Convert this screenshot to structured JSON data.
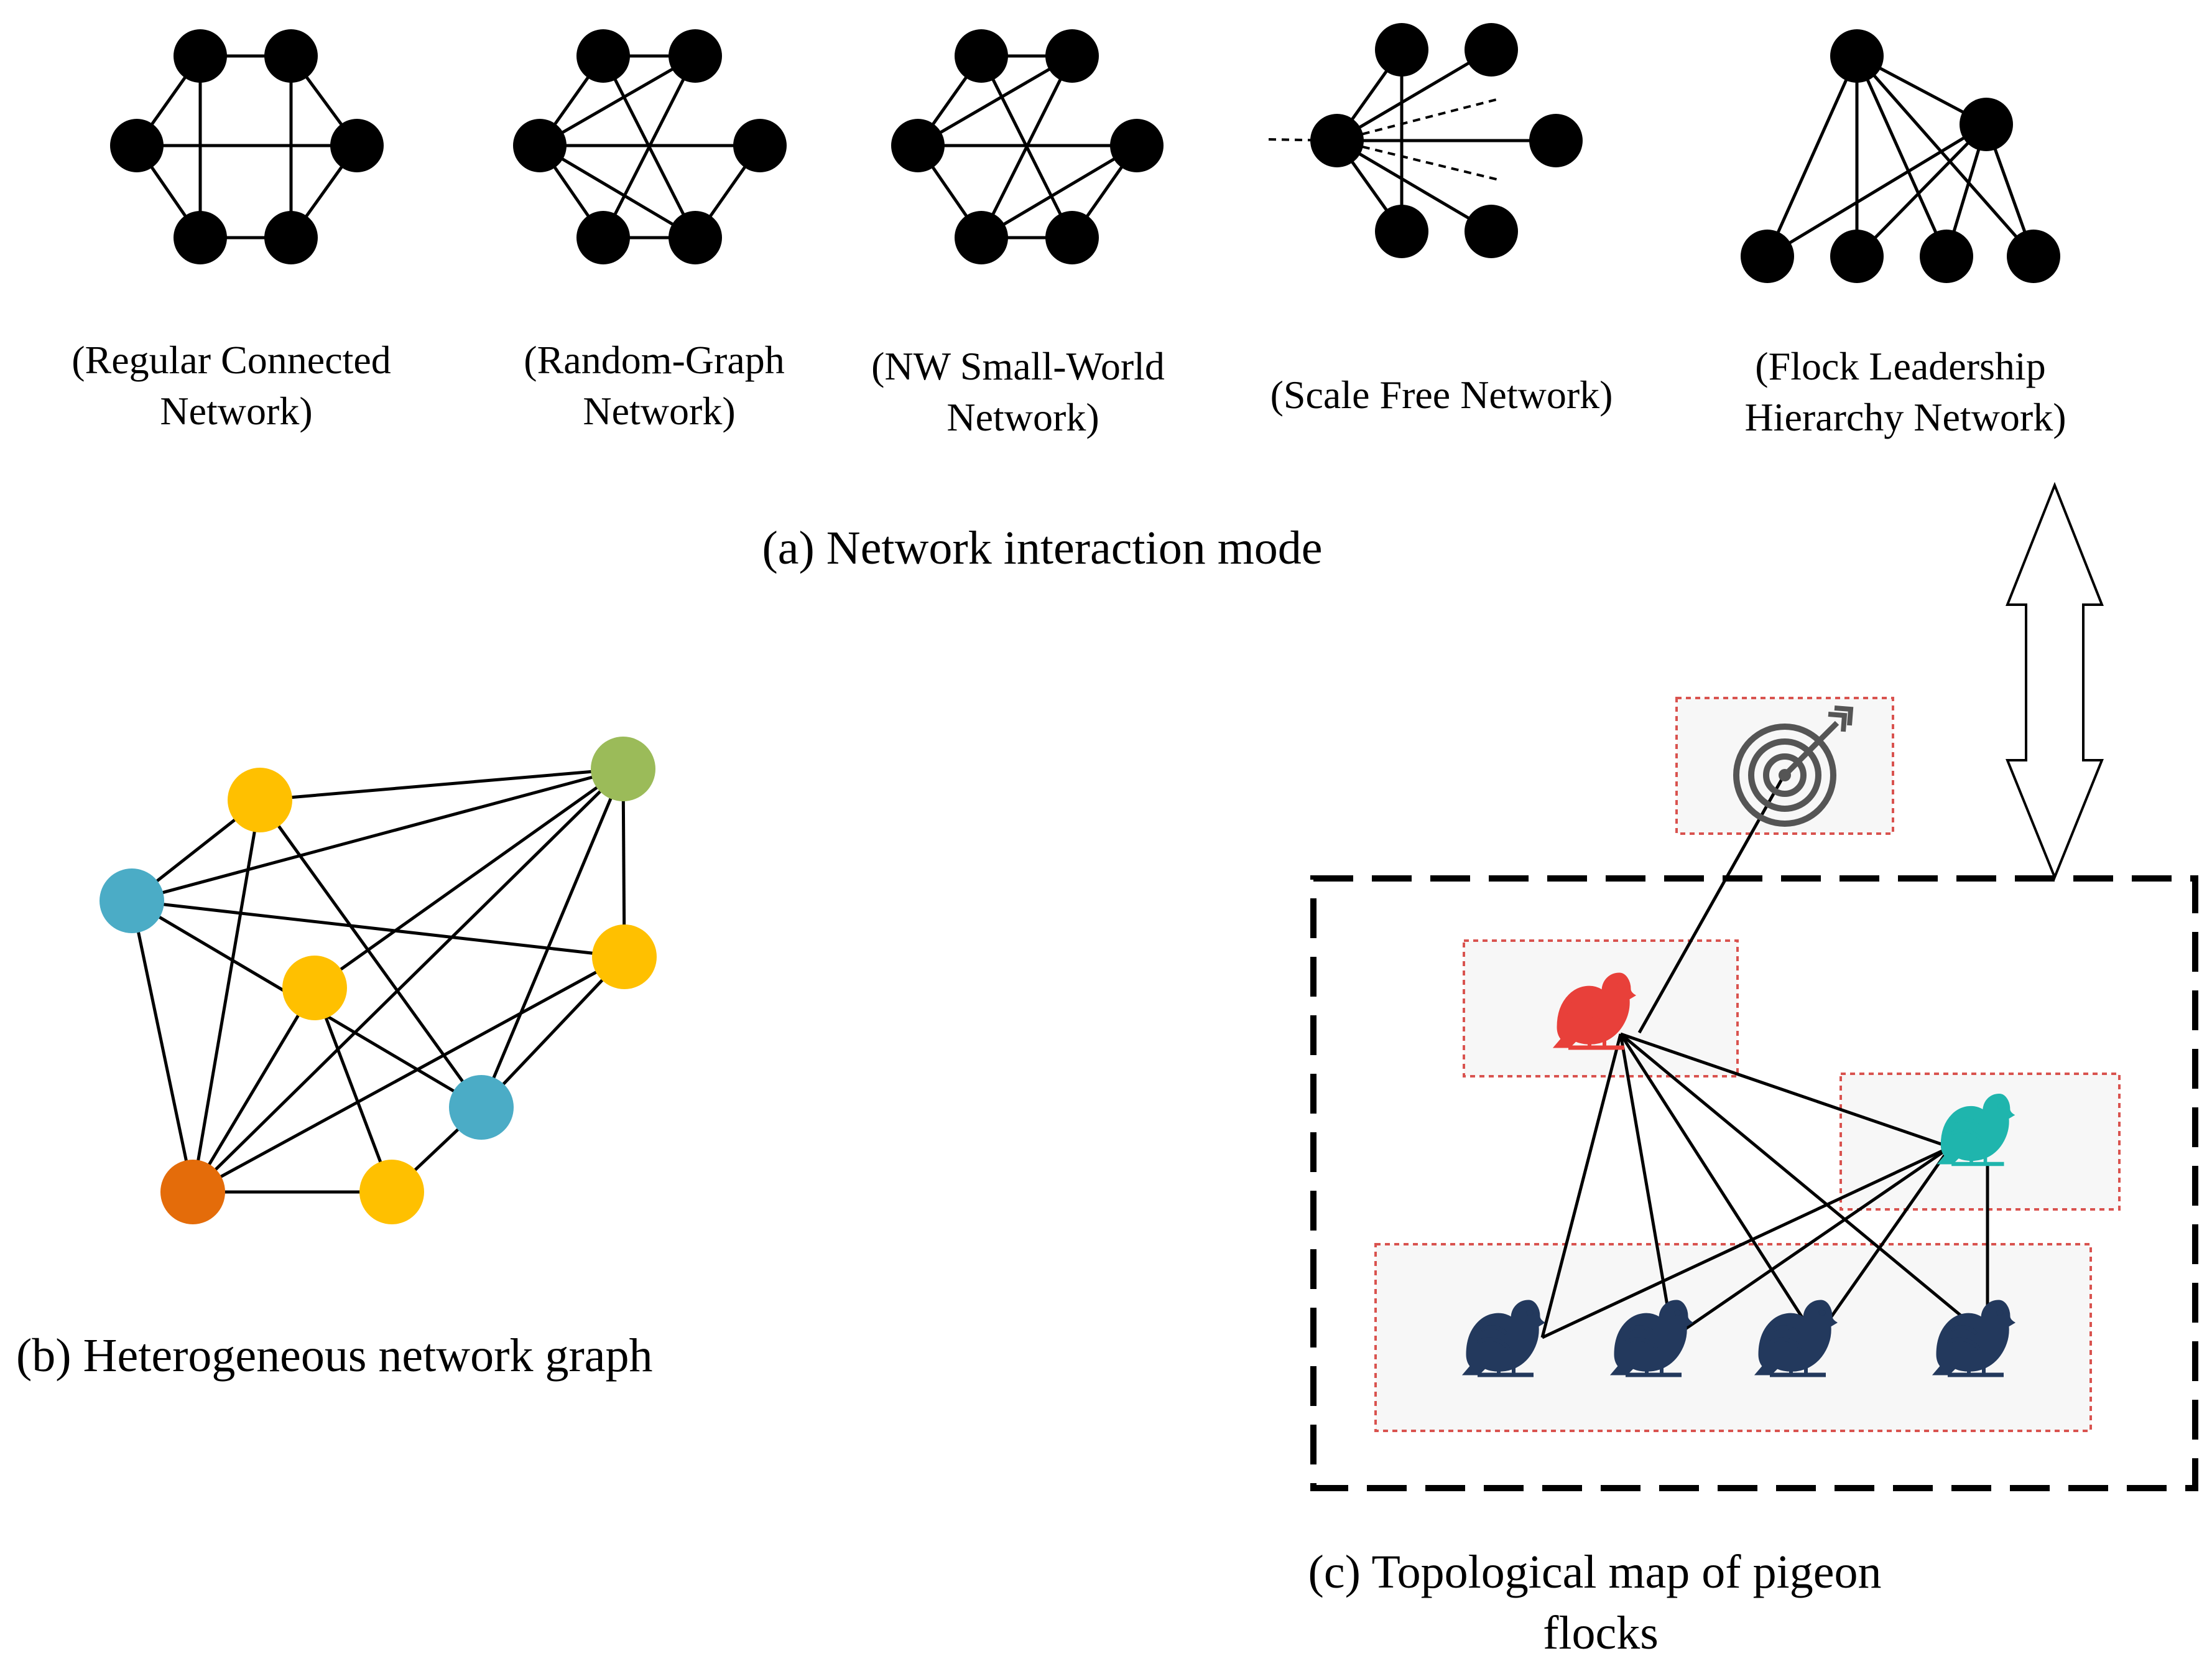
{
  "networks": [
    {
      "id": "regular",
      "lines": [
        "(Regular Connected",
        "Network)"
      ]
    },
    {
      "id": "random",
      "lines": [
        "(Random-Graph",
        "Network)"
      ]
    },
    {
      "id": "small-world",
      "lines": [
        "(NW Small-World",
        "Network)"
      ]
    },
    {
      "id": "scale-free",
      "lines": [
        "(Scale Free Network)"
      ]
    },
    {
      "id": "flock",
      "lines": [
        "(Flock Leadership",
        "Hierarchy Network)"
      ]
    }
  ],
  "captions": {
    "a": "(a) Network interaction mode",
    "b": "(b) Heterogeneous network graph",
    "c_line1": "(c) Topological map of  pigeon",
    "c_line2": "flocks"
  },
  "colors": {
    "node": "#000000",
    "edge": "#000000",
    "blue": "#4bacc6",
    "yellow": "#ffc000",
    "green": "#9bbb59",
    "orange": "#e46c0a",
    "leader_bird": "#e8403a",
    "sub_leader_bird": "#1fb5ad",
    "follower_bird": "#23395d",
    "dotted_box": "#d9534f",
    "box_fill": "#f7f7f7"
  },
  "icons": [
    "target-icon",
    "leader-pigeon-icon",
    "sub-leader-pigeon-icon",
    "follower-pigeon-icon"
  ]
}
